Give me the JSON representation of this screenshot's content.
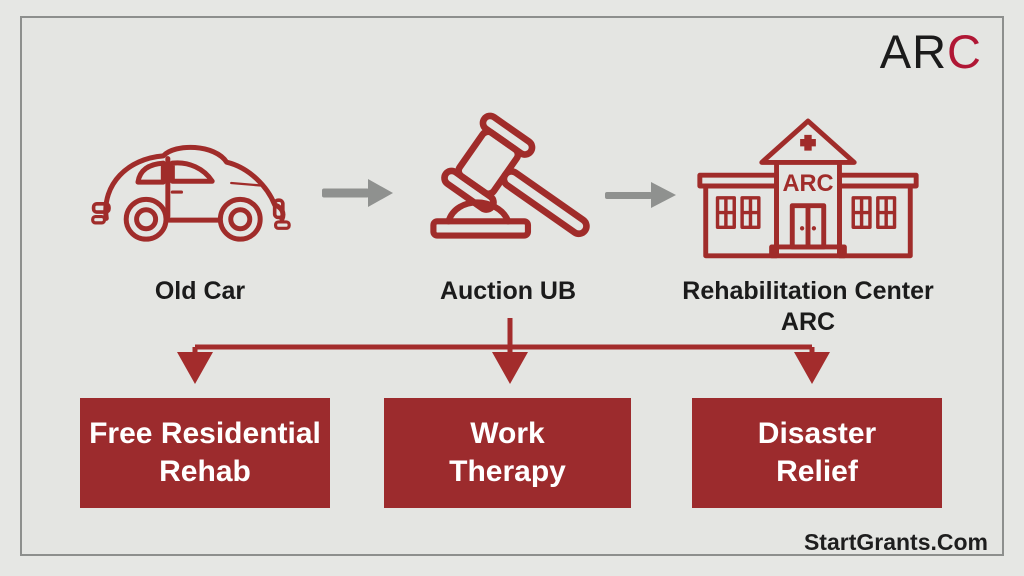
{
  "colors": {
    "background": "#e6e7e4",
    "frame_border": "#8d8f8d",
    "box_red": "#9c2b2d",
    "icon_red": "#a02c2a",
    "branch_red": "#a32c2c",
    "logo_c_red": "#b01735",
    "arrow_gray": "#8f918f",
    "text_dark": "#1b1b1b",
    "box_text": "#ffffff"
  },
  "logo": {
    "prefix": "AR",
    "suffix": "C"
  },
  "flow": {
    "nodes": [
      {
        "id": "old-car",
        "label": "Old Car",
        "icon": "old-car-icon"
      },
      {
        "id": "auction",
        "label": "Auction UB",
        "icon": "gavel-icon"
      },
      {
        "id": "rehab-center",
        "label": "Rehabilitation Center\nARC",
        "icon": "rehab-building-icon",
        "building_sign": "ARC"
      }
    ]
  },
  "outcomes": [
    {
      "label": "Free Residential\nRehab"
    },
    {
      "label": "Work\nTherapy"
    },
    {
      "label": "Disaster\nRelief"
    }
  ],
  "footer": {
    "credit": "StartGrants.Com"
  }
}
